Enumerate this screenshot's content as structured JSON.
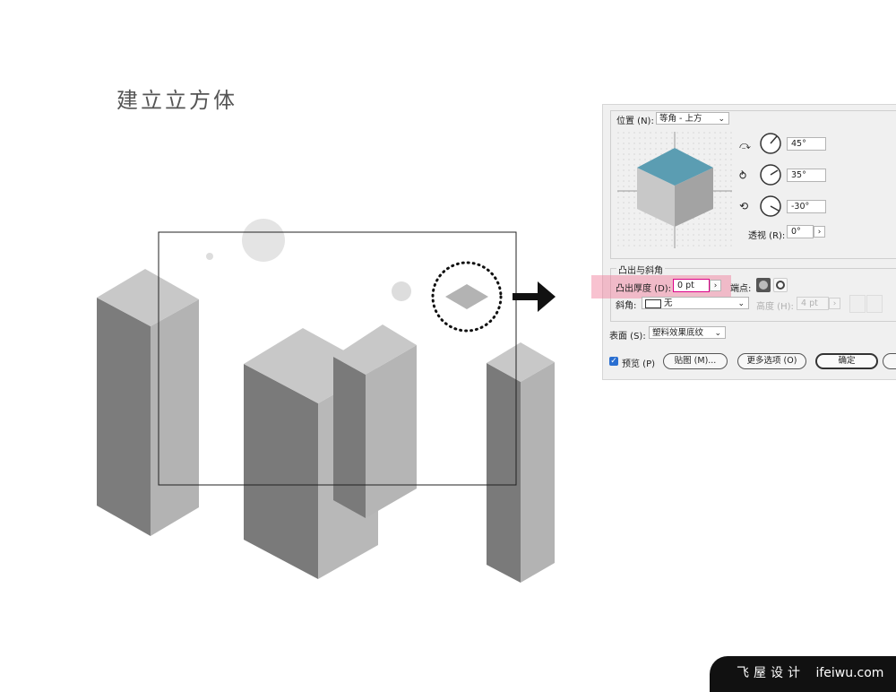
{
  "title": "建立立方体",
  "dialog": {
    "position": {
      "label": "位置 (N):",
      "value": "等角 - 上方"
    },
    "rotation": [
      {
        "name": "x-axis",
        "value": "45°",
        "icon": "rotate-x-icon"
      },
      {
        "name": "y-axis",
        "value": "35°",
        "icon": "rotate-y-icon"
      },
      {
        "name": "z-axis",
        "value": "-30°",
        "icon": "rotate-z-icon"
      }
    ],
    "perspective": {
      "label": "透视 (R):",
      "value": "0°"
    },
    "extrude_bevel": {
      "heading": "凸出与斜角",
      "depth_label": "凸出厚度 (D):",
      "depth_value": "0 pt",
      "cap_label": "端点:",
      "bevel_label": "斜角:",
      "bevel_value": "无",
      "height_label": "高度 (H):",
      "height_value": "4 pt"
    },
    "surface": {
      "label": "表面 (S):",
      "value": "塑料效果底纹"
    },
    "preview_label": "预览 (P)",
    "preview_checked": true,
    "map_art_button": "贴图 (M)...",
    "more_options_button": "更多选项 (O)",
    "ok_button": "确定"
  },
  "colors": {
    "cube_top": "#5b9db2",
    "cube_left": "#c8c8c8",
    "cube_right": "#a8a8a8",
    "highlight": "#f0a0b4",
    "footer_bg": "#111111"
  },
  "footer": {
    "brand": "飞屋设计",
    "site": "ifeiwu.com"
  }
}
